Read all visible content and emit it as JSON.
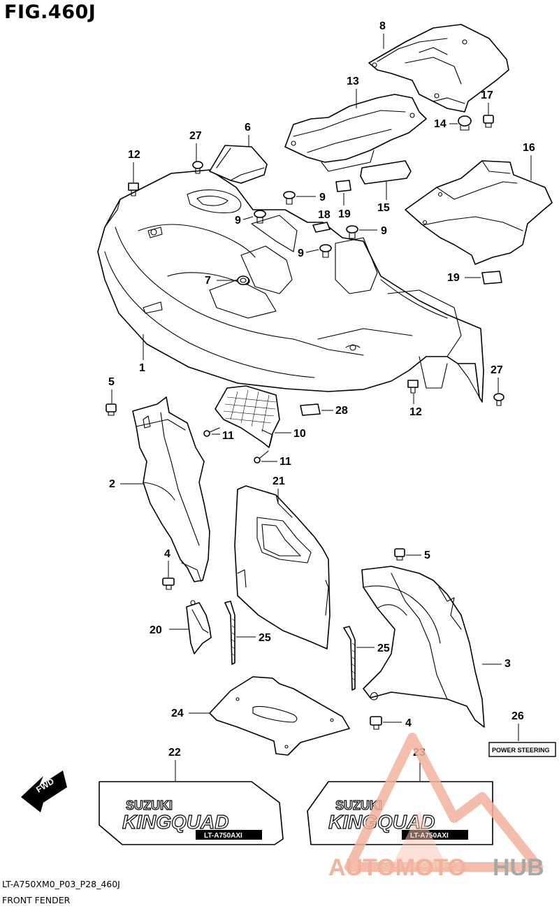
{
  "figure": {
    "title": "FIG.460J",
    "model_code": "LT-A750XM0_P03_P28_460J",
    "section_name": "FRONT FENDER"
  },
  "callouts": [
    "1",
    "2",
    "3",
    "4",
    "4",
    "5",
    "5",
    "6",
    "7",
    "8",
    "9",
    "9",
    "9",
    "9",
    "10",
    "11",
    "11",
    "12",
    "12",
    "13",
    "14",
    "15",
    "16",
    "17",
    "18",
    "19",
    "19",
    "20",
    "21",
    "22",
    "23",
    "24",
    "25",
    "25",
    "26",
    "27",
    "27",
    "28"
  ],
  "labels": {
    "fwd": "FWD",
    "power_steering": "POWER STEERING",
    "decal_brand": "SUZUKI",
    "decal_model": "KINGQUAD",
    "decal_variant": "LT-A750AXI"
  },
  "watermark": {
    "part1": "AUTOMOTO",
    "part2": "HUB",
    "color_primary": "#f2a58c",
    "color_secondary": "#9a9a9a"
  }
}
